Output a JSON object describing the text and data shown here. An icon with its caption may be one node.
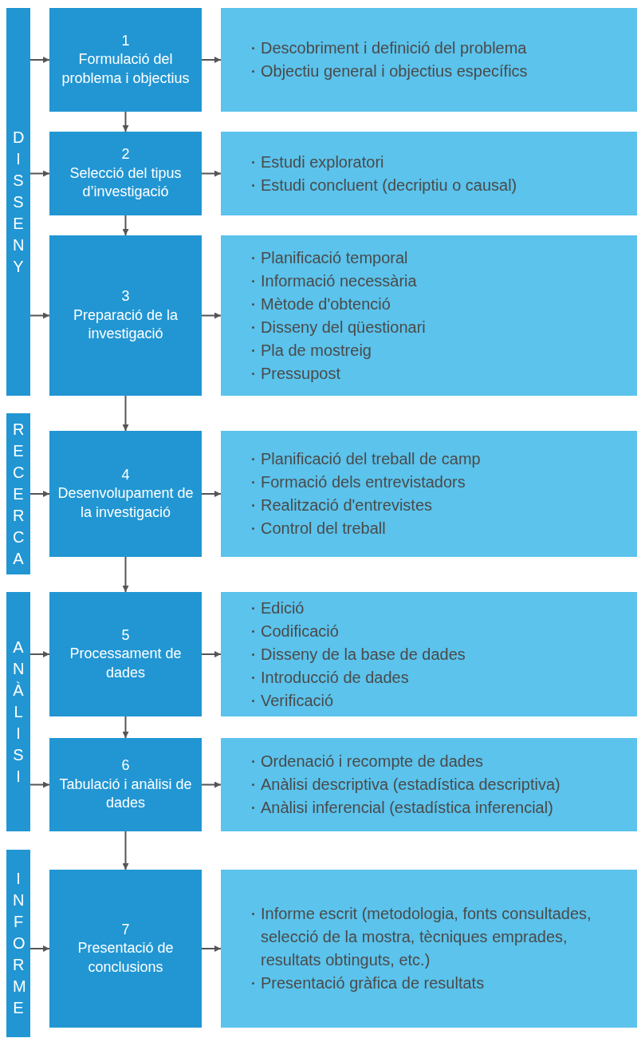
{
  "diagram": {
    "nodes": [
      {
        "text": [
          "DISSENY"
        ]
      },
      {
        "text": [
          "RECERCA"
        ]
      },
      {
        "text": [
          "ANÀLISI"
        ]
      },
      {
        "text": [
          "INFORME"
        ]
      },
      {
        "text": [
          "1",
          "Formulació del problema i objectius"
        ]
      },
      {
        "text": [
          "2",
          "Selecció del tipus d’investigació"
        ]
      },
      {
        "text": [
          "3",
          "Preparació de la investigació"
        ]
      },
      {
        "text": [
          "4",
          "Desenvolupament de la investigació"
        ]
      },
      {
        "text": [
          "5",
          "Processament de dades"
        ]
      },
      {
        "text": [
          "6",
          "Tabulació i anàlisi de dades"
        ]
      },
      {
        "text": [
          "7",
          "Presentació de conclusions"
        ]
      },
      {
        "text": [
          "Descobriment i definició del problema",
          "Objectiu general i objectius específics"
        ]
      },
      {
        "text": [
          "Estudi exploratori",
          "Estudi concluent (decriptiu o causal)"
        ]
      },
      {
        "text": [
          "Planificació temporal",
          "Informació necessària",
          "Mètode d'obtenció",
          "Disseny del qüestionari",
          "Pla de mostreig",
          "Pressupost"
        ]
      },
      {
        "text": [
          "Planificació del treball de camp",
          "Formació dels entrevistadors",
          "Realització d'entrevistes",
          "Control del treball"
        ]
      },
      {
        "text": [
          "Edició",
          "Codificació",
          "Disseny de la base de dades",
          "Introducció de dades",
          "Verificació"
        ]
      },
      {
        "text": [
          "Ordenació i recompte de dades",
          "Anàlisi descriptiva (estadística descriptiva)",
          "Anàlisi inferencial (estadística inferencial)"
        ]
      },
      {
        "text": [
          "Informe escrit (metodologia, fonts consultades, selecció de la mostra, tècniques emprades, resultats obtinguts, etc.)",
          "Presentació gràfica de resultats"
        ]
      }
    ],
    "edges": [
      {
        "from": 0,
        "to": 4,
        "arrow": "to"
      },
      {
        "from": 0,
        "to": 5,
        "arrow": "to"
      },
      {
        "from": 0,
        "to": 6,
        "arrow": "to"
      },
      {
        "from": 1,
        "to": 7,
        "arrow": "to"
      },
      {
        "from": 2,
        "to": 8,
        "arrow": "to"
      },
      {
        "from": 2,
        "to": 9,
        "arrow": "to"
      },
      {
        "from": 3,
        "to": 10,
        "arrow": "to"
      },
      {
        "from": 4,
        "to": 11,
        "arrow": "to"
      },
      {
        "from": 5,
        "to": 12,
        "arrow": "to"
      },
      {
        "from": 6,
        "to": 13,
        "arrow": "to"
      },
      {
        "from": 7,
        "to": 14,
        "arrow": "to"
      },
      {
        "from": 8,
        "to": 15,
        "arrow": "to"
      },
      {
        "from": 9,
        "to": 16,
        "arrow": "to"
      },
      {
        "from": 10,
        "to": 17,
        "arrow": "to"
      },
      {
        "from": 4,
        "to": 5,
        "arrow": "to"
      },
      {
        "from": 5,
        "to": 6,
        "arrow": "to"
      },
      {
        "from": 6,
        "to": 7,
        "arrow": "to"
      },
      {
        "from": 7,
        "to": 8,
        "arrow": "to"
      },
      {
        "from": 8,
        "to": 9,
        "arrow": "to"
      },
      {
        "from": 9,
        "to": 10,
        "arrow": "to"
      }
    ]
  }
}
